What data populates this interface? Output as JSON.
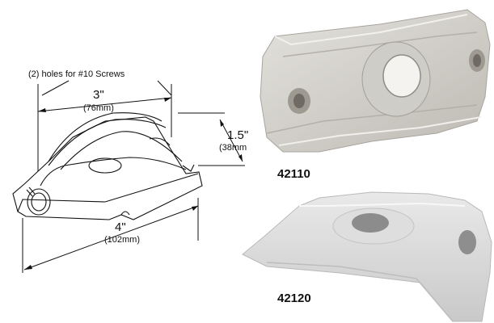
{
  "drawing": {
    "note_holes": "(2) holes for #10 Screws",
    "dim_width_in": "3\"",
    "dim_width_mm": "(76mm)",
    "dim_height_in": "1.5\"",
    "dim_height_mm": "(38mm",
    "dim_length_in": "4\"",
    "dim_length_mm": "(102mm)"
  },
  "products": [
    {
      "part_number": "42110",
      "color": "#d6d4cf"
    },
    {
      "part_number": "42120",
      "color": "#dcdcdc"
    }
  ]
}
